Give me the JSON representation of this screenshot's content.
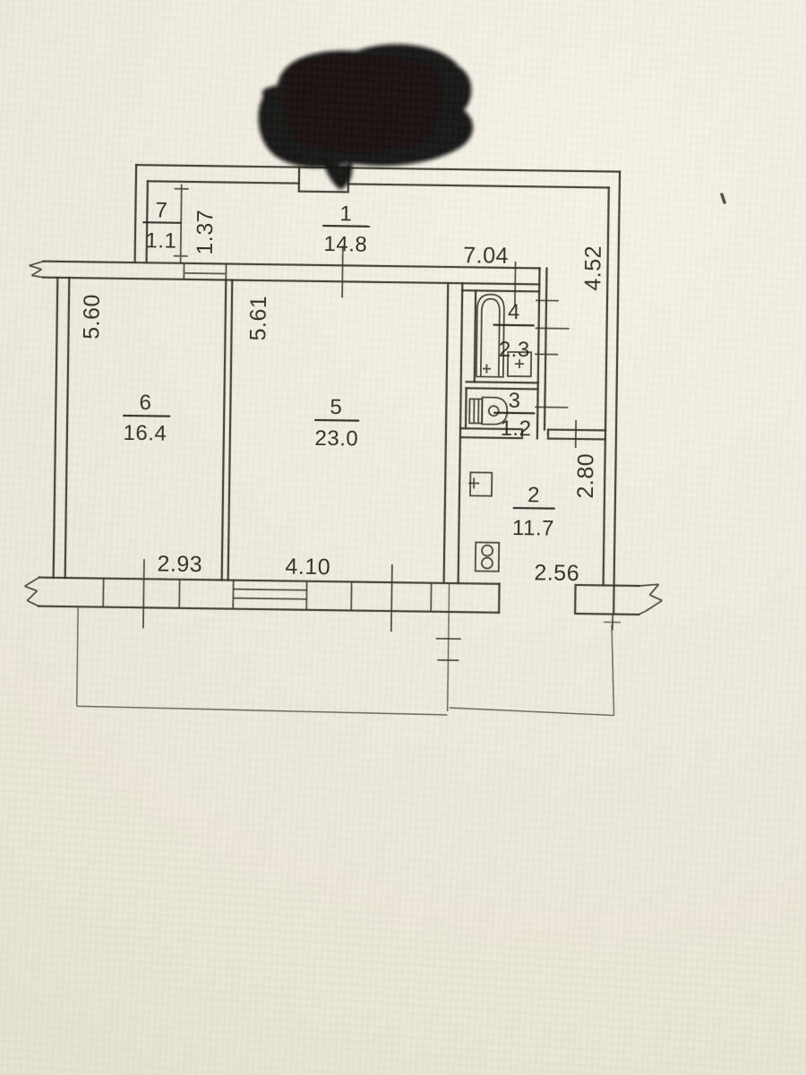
{
  "colors": {
    "paper": "#f0ebdf",
    "ink": "#3a342c",
    "text": "#211d17",
    "redaction": "#0a0908"
  },
  "floor_plan": {
    "rooms": [
      {
        "number": "1",
        "area": "14.8"
      },
      {
        "number": "2",
        "area": "11.7"
      },
      {
        "number": "3",
        "area": "1.2"
      },
      {
        "number": "4",
        "area": "2.3"
      },
      {
        "number": "5",
        "area": "23.0"
      },
      {
        "number": "6",
        "area": "16.4"
      },
      {
        "number": "7",
        "area": "1.1"
      }
    ],
    "dimensions": {
      "hall_width": "7.04",
      "corridor_height": "4.52",
      "room7_height": "1.37",
      "room6_height": "5.60",
      "room5_height": "5.61",
      "kitchen_height": "2.80",
      "room6_width": "2.93",
      "room5_width": "4.10",
      "kitchen_width": "2.56"
    }
  }
}
